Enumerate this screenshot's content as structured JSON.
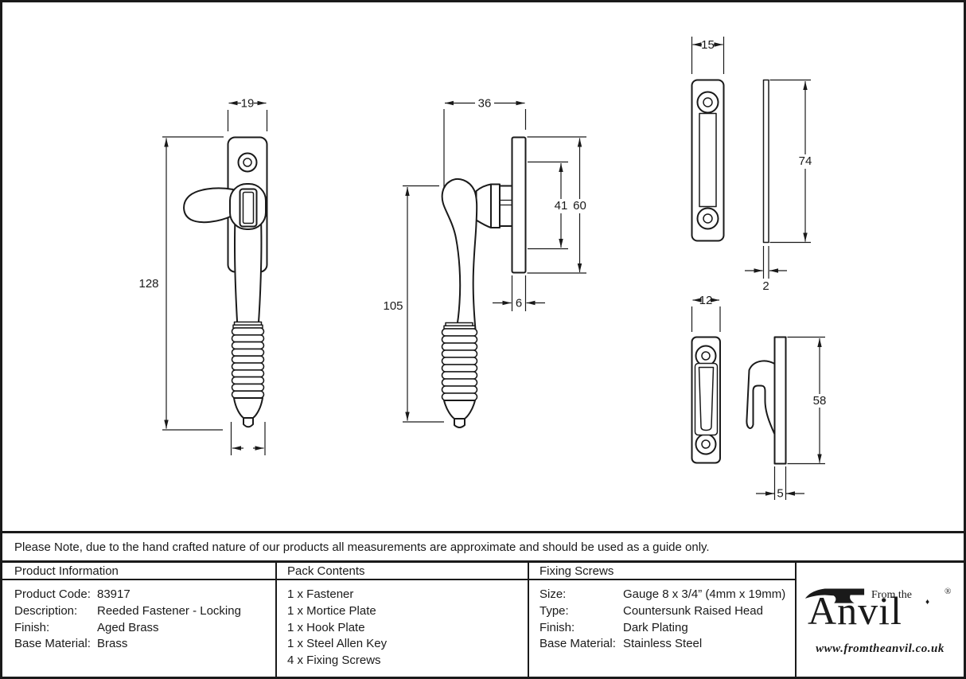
{
  "dimensions": {
    "fastener_front_width": "19",
    "fastener_front_height": "128",
    "fastener_side_width": "36",
    "fastener_side_height": "105",
    "fastener_keep_span": "41",
    "fastener_plate_height": "60",
    "fastener_plate_thickness": "6",
    "mortice_plate_width": "15",
    "mortice_plate_height": "74",
    "mortice_plate_thickness": "2",
    "hook_plate_width": "12",
    "hook_plate_height": "58",
    "hook_plate_thickness": "5"
  },
  "note": {
    "text": "Please Note, due to the hand crafted nature of our products all measurements are approximate and should be used as a guide only."
  },
  "table": {
    "product_information": {
      "header": "Product Information",
      "rows": [
        {
          "label": "Product Code:",
          "value": "83917"
        },
        {
          "label": "Description:",
          "value": "Reeded Fastener - Locking"
        },
        {
          "label": "Finish:",
          "value": "Aged Brass"
        },
        {
          "label": "Base Material:",
          "value": "Brass"
        }
      ]
    },
    "pack_contents": {
      "header": "Pack Contents",
      "items": [
        "1 x Fastener",
        "1 x Mortice Plate",
        "1 x Hook Plate",
        "1 x Steel Allen Key",
        "4 x Fixing Screws"
      ]
    },
    "fixing_screws": {
      "header": "Fixing Screws",
      "rows": [
        {
          "label": "Size:",
          "value": "Gauge 8 x 3/4” (4mm x 19mm)"
        },
        {
          "label": "Type:",
          "value": "Countersunk Raised Head"
        },
        {
          "label": "Finish:",
          "value": "Dark Plating"
        },
        {
          "label": "Base Material:",
          "value": "Stainless Steel"
        }
      ]
    }
  },
  "logo": {
    "prefix": "From the",
    "brand": "Anvil",
    "registered": "®",
    "diamond": "♦",
    "website": "www.fromtheanvil.co.uk"
  },
  "colors": {
    "line": "#1a1a1a",
    "background": "#ffffff"
  }
}
